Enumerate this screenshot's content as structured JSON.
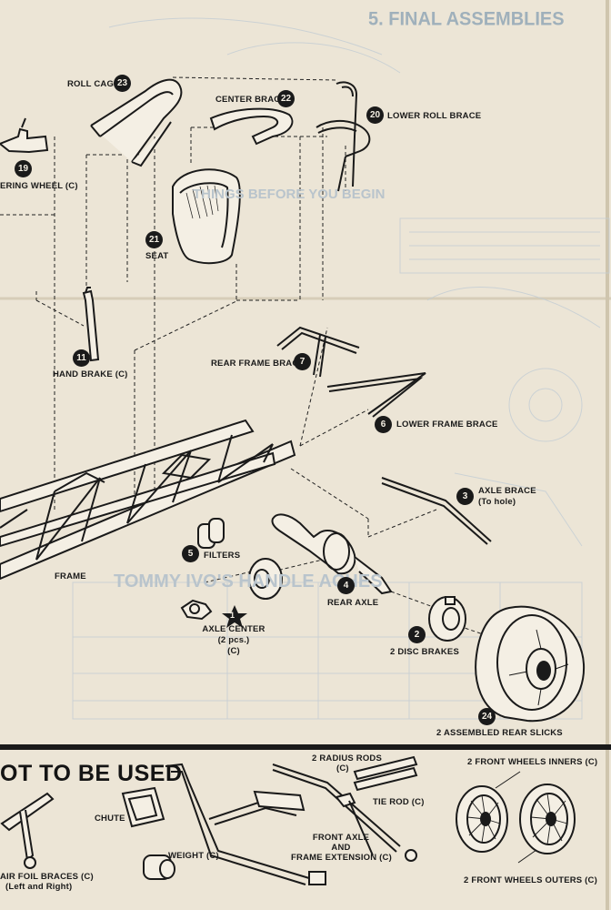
{
  "header": {
    "section_title": "5. FINAL ASSEMBLIES",
    "ghost_heading": "THINGS BEFORE YOU BEGIN",
    "ghost_brand": "TOMMY IVO'S HANDLE ACHES"
  },
  "parts": {
    "roll_cage": {
      "number": "23",
      "label": "ROLL CAGE"
    },
    "center_brace": {
      "number": "22",
      "label": "CENTER BRACE"
    },
    "lower_roll_brace": {
      "number": "20",
      "label": "LOWER ROLL BRACE"
    },
    "steering_wheel": {
      "number": "19",
      "label": "ERING WHEEL (C)"
    },
    "seat": {
      "number": "21",
      "label": "SEAT"
    },
    "hand_brake": {
      "number": "11",
      "label": "HAND BRAKE (C)"
    },
    "rear_frame_brace": {
      "number": "7",
      "label": "REAR FRAME BRACE"
    },
    "lower_frame_brace": {
      "number": "6",
      "label": "LOWER FRAME BRACE"
    },
    "axle_brace": {
      "number": "3",
      "label": "AXLE BRACE",
      "note": "(To hole)"
    },
    "filters": {
      "number": "5",
      "label": "FILTERS"
    },
    "frame": {
      "label": "FRAME"
    },
    "rear_axle": {
      "number": "4",
      "label": "REAR AXLE"
    },
    "axle_center": {
      "number": "1",
      "label": "AXLE CENTER",
      "qty": "(2 pcs.)",
      "note": "(C)"
    },
    "disc_brakes": {
      "number": "2",
      "label": "2 DISC BRAKES"
    },
    "rear_slicks": {
      "number": "24",
      "label": "2 ASSEMBLED REAR SLICKS"
    }
  },
  "not_used": {
    "title": "OT TO BE USED",
    "items": {
      "air_foil": {
        "line1": "AIR FOIL BRACES (C)",
        "line2": "(Left and Right)"
      },
      "chute": "CHUTE",
      "weight": "WEIGHT (C)",
      "radius_rods": {
        "line1": "2 RADIUS RODS",
        "line2": "(C)"
      },
      "tie_rod": "TIE ROD (C)",
      "front_axle": {
        "line1": "FRONT AXLE",
        "line2": "AND",
        "line3": "FRAME EXTENSION (C)"
      },
      "front_inners": "2 FRONT WHEELS INNERS (C)",
      "front_outers": "2 FRONT WHEELS OUTERS (C)"
    }
  },
  "colors": {
    "paper": "#ece5d6",
    "ink": "#1a1a1a",
    "bleed": "#b9c4cc"
  }
}
